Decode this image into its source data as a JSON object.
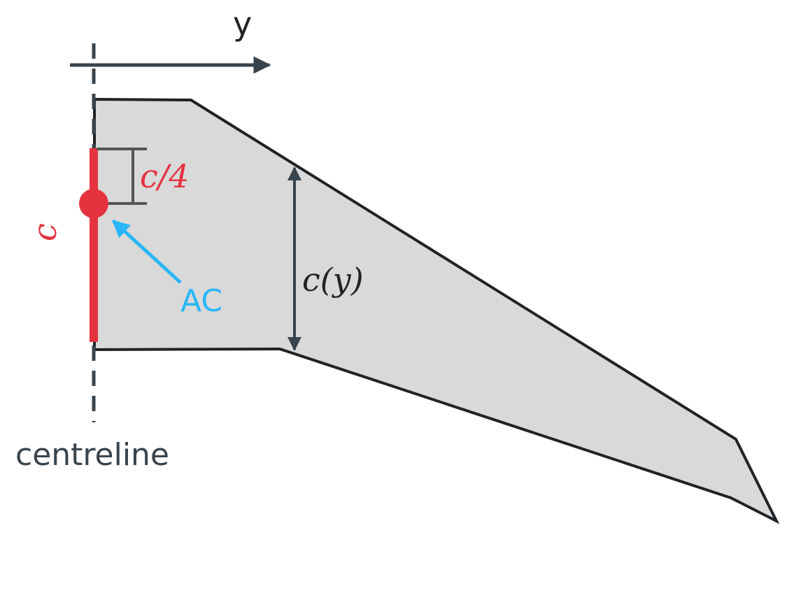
{
  "diagram": {
    "axis_label": "y",
    "centreline_label": "centreline",
    "chord_label": "c",
    "quarter_chord_label": "c/4",
    "local_chord_label": "c(y)",
    "ac_label": "AC",
    "colors": {
      "wing_fill": "#d9d9d9",
      "wing_stroke": "#1f2326",
      "axis": "#38444d",
      "root_chord": "#e5323f",
      "ac_arrow": "#29b6f6",
      "bracket": "#555555"
    }
  }
}
